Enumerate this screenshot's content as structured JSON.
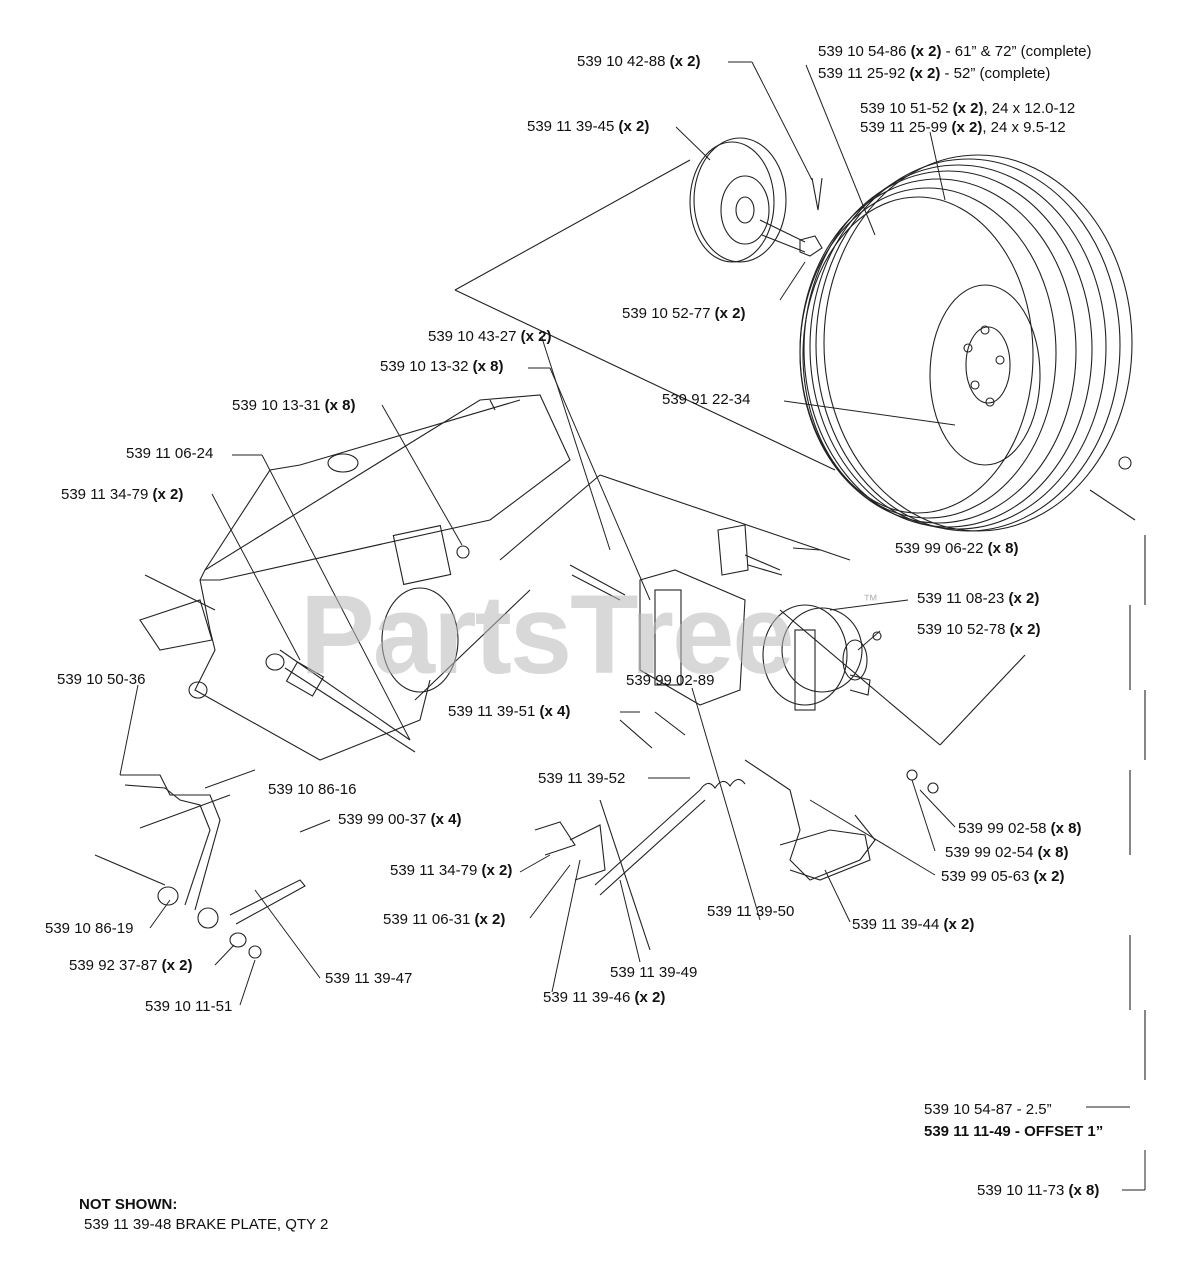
{
  "watermark": {
    "text": "PartsTree",
    "tm": "™"
  },
  "labels": [
    {
      "id": "l1",
      "part": "539 10 42-88",
      "qty": "(x 2)"
    },
    {
      "id": "l2",
      "part": "539 10 54-86",
      "qty": "(x 2)",
      "desc": "- 61” & 72” (complete)"
    },
    {
      "id": "l3",
      "part": "539 11 25-92",
      "qty": "(x 2)",
      "desc": "- 52” (complete)"
    },
    {
      "id": "l4",
      "part": "539 10 51-52",
      "qty": "(x 2)",
      "desc": ", 24 x 12.0-12"
    },
    {
      "id": "l5",
      "part": "539 11 25-99",
      "qty": "(x 2)",
      "desc": ", 24 x 9.5-12"
    },
    {
      "id": "l6",
      "part": "539 11 39-45",
      "qty": "(x 2)"
    },
    {
      "id": "l7",
      "part": "539 10 52-77",
      "qty": "(x 2)"
    },
    {
      "id": "l8",
      "part": "539 10 43-27",
      "qty": "(x 2)"
    },
    {
      "id": "l9",
      "part": "539 10 13-32",
      "qty": "(x 8)"
    },
    {
      "id": "l10",
      "part": "539 91 22-34"
    },
    {
      "id": "l11",
      "part": "539 10 13-31",
      "qty": "(x 8)"
    },
    {
      "id": "l12",
      "part": "539 11 06-24"
    },
    {
      "id": "l13",
      "part": "539 11 34-79",
      "qty": "(x 2)"
    },
    {
      "id": "l14",
      "part": "539 99 06-22",
      "qty": "(x 8)"
    },
    {
      "id": "l15",
      "part": "539 11 08-23",
      "qty": "(x 2)"
    },
    {
      "id": "l16",
      "part": "539 10 52-78",
      "qty": "(x 2)"
    },
    {
      "id": "l17",
      "part": "539 10 50-36"
    },
    {
      "id": "l18",
      "part": "539 99 02-89"
    },
    {
      "id": "l19",
      "part": "539 11 39-51",
      "qty": "(x 4)"
    },
    {
      "id": "l20",
      "part": "539 11 39-52"
    },
    {
      "id": "l21",
      "part": "539 10 86-16"
    },
    {
      "id": "l22",
      "part": "539 99 00-37",
      "qty": "(x 4)"
    },
    {
      "id": "l23",
      "part": "539 99 02-58",
      "qty": "(x 8)"
    },
    {
      "id": "l24",
      "part": "539 99 02-54",
      "qty": "(x 8)"
    },
    {
      "id": "l25",
      "part": "539 11 34-79",
      "qty": "(x 2)"
    },
    {
      "id": "l26",
      "part": "539 99 05-63",
      "qty": "(x 2)"
    },
    {
      "id": "l27",
      "part": "539 11 06-31",
      "qty": "(x 2)"
    },
    {
      "id": "l28",
      "part": "539 11 39-50"
    },
    {
      "id": "l29",
      "part": "539 11 39-44",
      "qty": "(x 2)"
    },
    {
      "id": "l30",
      "part": "539 10 86-19"
    },
    {
      "id": "l31",
      "part": "539 92 37-87",
      "qty": "(x 2)"
    },
    {
      "id": "l32",
      "part": "539 11 39-47"
    },
    {
      "id": "l33",
      "part": "539 11 39-49"
    },
    {
      "id": "l34",
      "part": "539 11 39-46",
      "qty": "(x 2)"
    },
    {
      "id": "l35",
      "part": "539 10 11-51"
    },
    {
      "id": "l36",
      "part": "539 10 54-87 - 2.5”"
    },
    {
      "id": "l37",
      "part": "539 11 11-49 - OFFSET 1”"
    },
    {
      "id": "l38",
      "part": "539 10 11-73",
      "qty": "(x 8)"
    }
  ],
  "not_shown": {
    "title": "NOT SHOWN:",
    "item": "539 11 39-48 BRAKE PLATE, QTY 2"
  }
}
